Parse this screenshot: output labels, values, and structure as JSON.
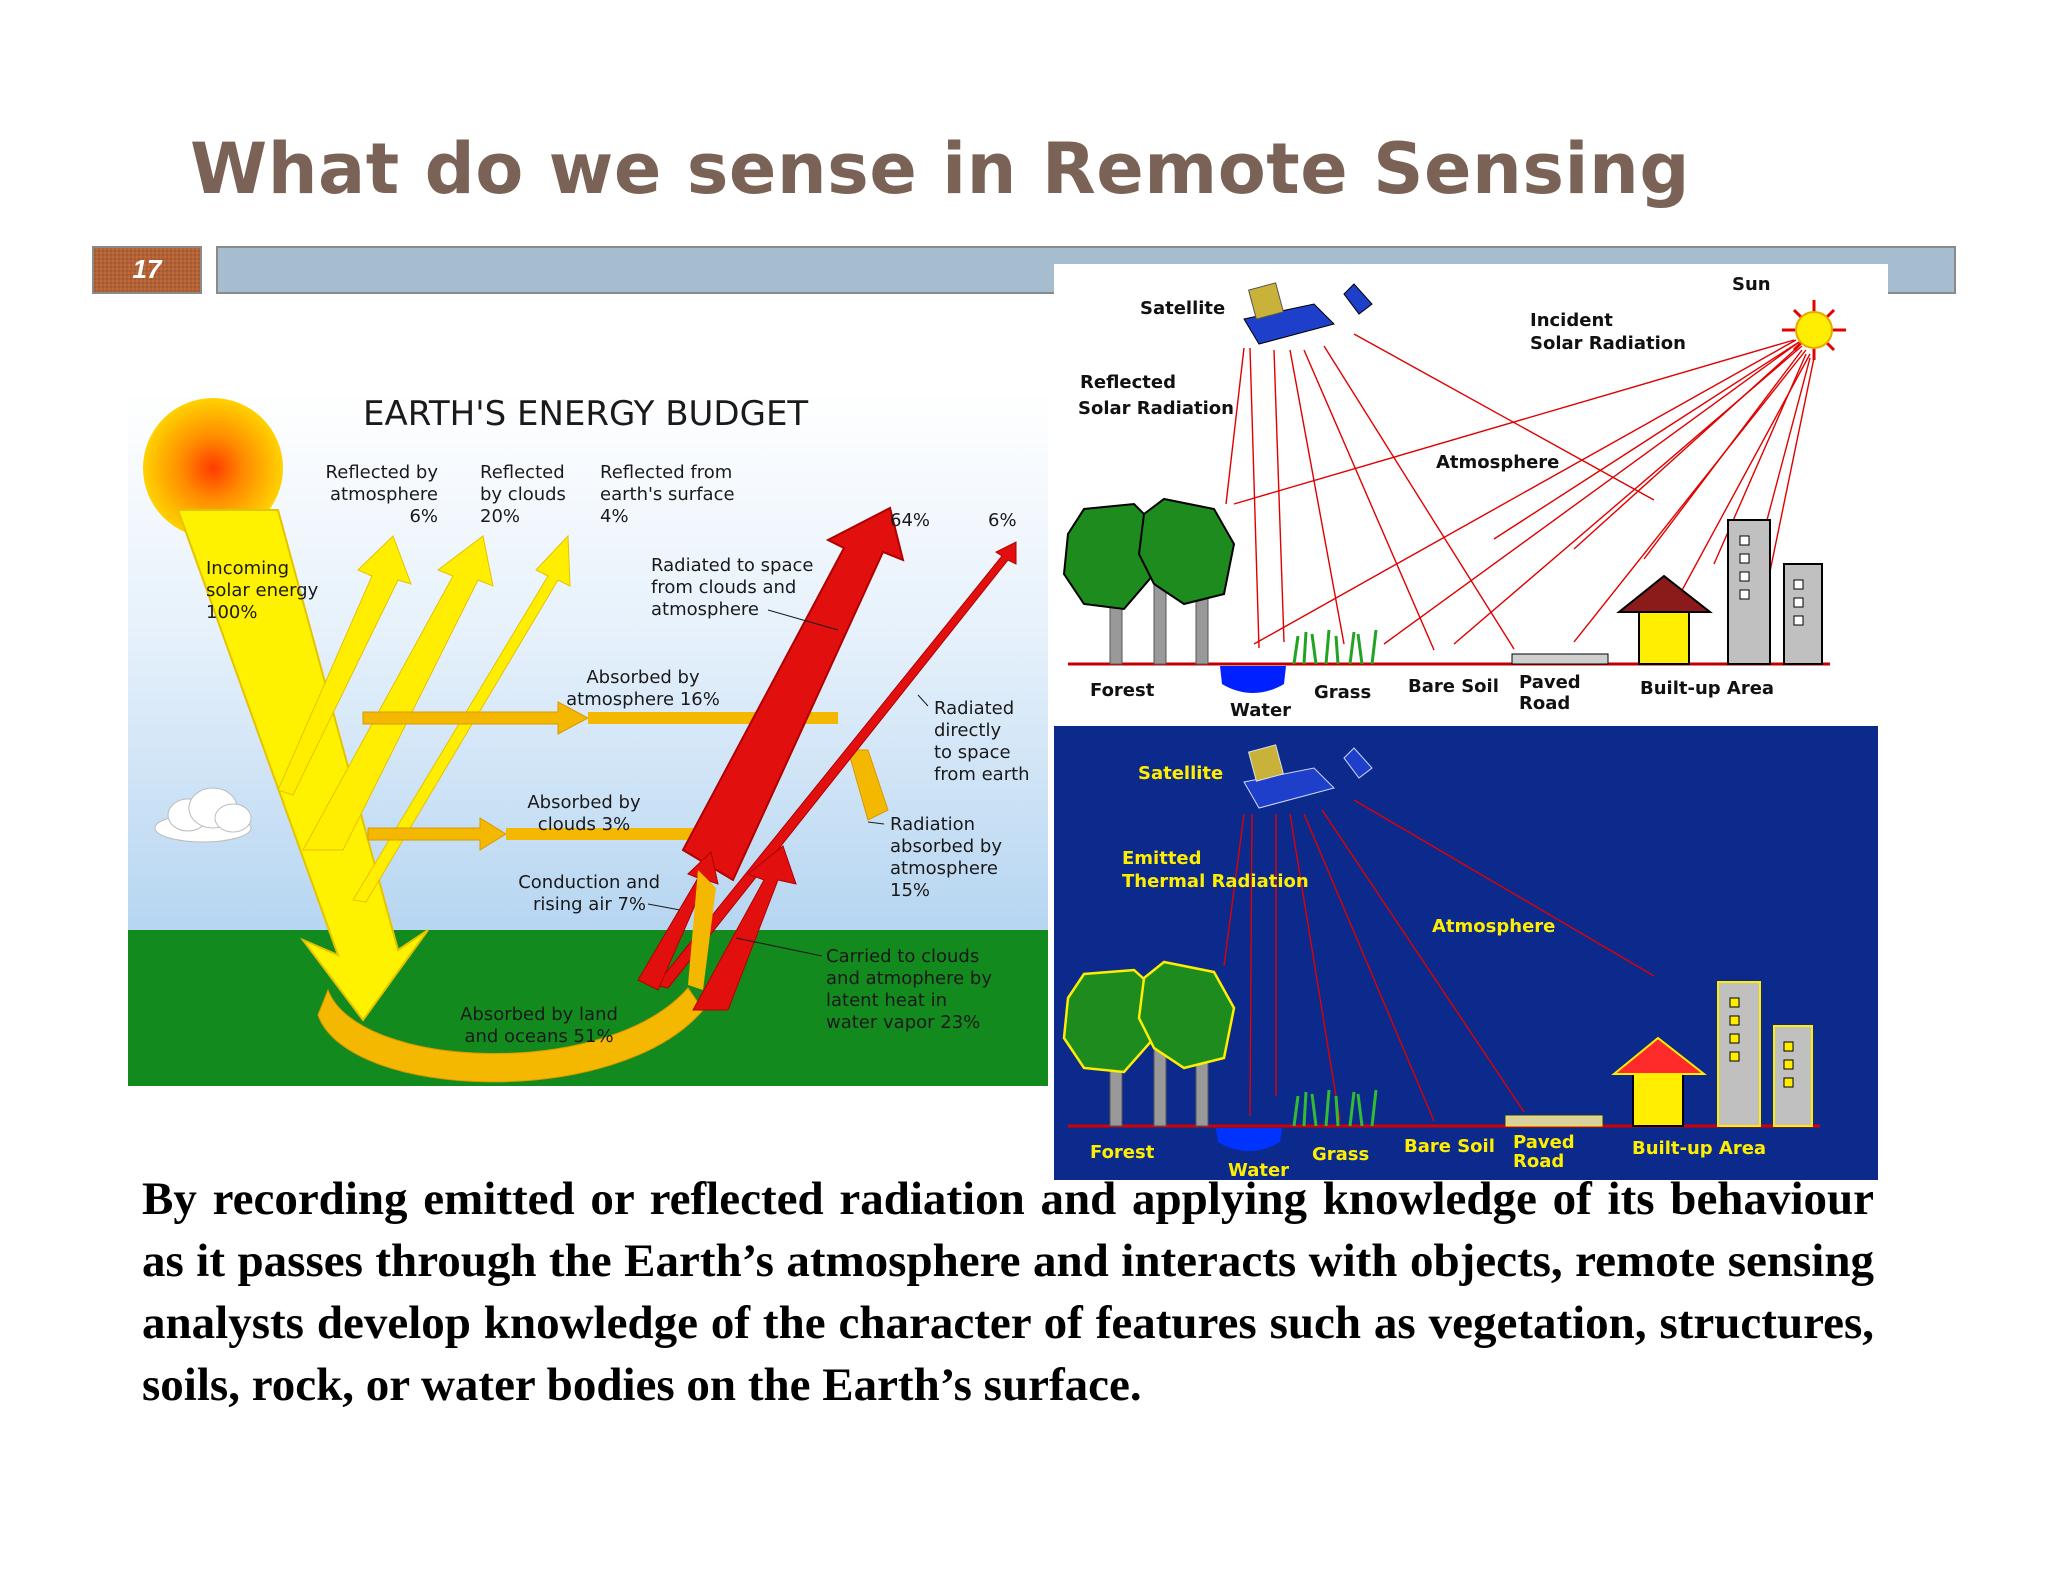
{
  "slide": {
    "title": "What do we sense in Remote Sensing",
    "number": "17",
    "body": "By recording emitted or reflected radiation and applying knowledge of its behaviour as it passes through the Earth’s atmosphere and interacts with objects, remote sensing analysts develop knowledge of the character of features such as vegetation, structures, soils, rock, or water bodies on the Earth’s surface."
  },
  "energy_budget": {
    "title": "EARTH'S ENERGY BUDGET",
    "incoming": [
      "Incoming",
      "solar energy",
      "100%"
    ],
    "refl_atm": [
      "Reflected by",
      "atmosphere",
      "6%"
    ],
    "refl_clouds": [
      "Reflected",
      "by clouds",
      "20%"
    ],
    "refl_surface": [
      "Reflected from",
      "earth's surface",
      "4%"
    ],
    "pct_64": "64%",
    "pct_6": "6%",
    "radiated_space": [
      "Radiated to space",
      "from clouds and",
      "atmosphere"
    ],
    "absorbed_atm": [
      "Absorbed by",
      "atmosphere 16%"
    ],
    "radiated_direct": [
      "Radiated",
      "directly",
      "to space",
      "from earth"
    ],
    "absorbed_clouds": [
      "Absorbed by",
      "clouds 3%"
    ],
    "radiation_absorbed": [
      "Radiation",
      "absorbed by",
      "atmosphere",
      "15%"
    ],
    "conduction": [
      "Conduction and",
      "rising air 7%"
    ],
    "carried": [
      "Carried to clouds",
      "and atmophere by",
      "latent heat in",
      "water vapor 23%"
    ],
    "absorbed_land": [
      "Absorbed by land",
      "and oceans 51%"
    ]
  },
  "reflected_diagram": {
    "satellite": "Satellite",
    "sun": "Sun",
    "incident": [
      "Incident",
      "Solar Radiation"
    ],
    "reflected": [
      "Reflected",
      "Solar Radiation"
    ],
    "atmosphere": "Atmosphere",
    "forest": "Forest",
    "water": "Water",
    "grass": "Grass",
    "bare_soil": "Bare Soil",
    "paved_road": [
      "Paved",
      "Road"
    ],
    "builtup": "Built-up Area"
  },
  "emitted_diagram": {
    "satellite": "Satellite",
    "emitted": [
      "Emitted",
      "Thermal Radiation"
    ],
    "atmosphere": "Atmosphere",
    "forest": "Forest",
    "water": "Water",
    "grass": "Grass",
    "bare_soil": "Bare Soil",
    "paved_road": [
      "Paved",
      "Road"
    ],
    "builtup": "Built-up Area"
  },
  "colors": {
    "title": "#7a6356",
    "title_bar": "#a6bccf",
    "number_box": "#c06a3a",
    "emitted_bg": "#0b2a8c",
    "arrow_red": "#d41c1c"
  }
}
